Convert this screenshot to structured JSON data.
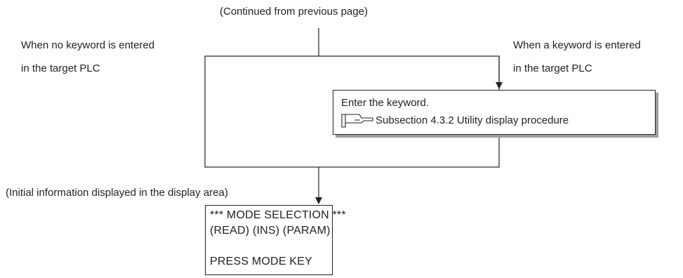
{
  "continued_note": "(Continued from previous page)",
  "branch_left": {
    "line1": "When no keyword is entered",
    "line2": "in the target PLC"
  },
  "branch_right": {
    "line1": "When a keyword is entered",
    "line2": "in the target PLC"
  },
  "keyword_step": {
    "title": "Enter the keyword.",
    "reference_icon": "pointing-hand-icon",
    "reference_text": "Subsection 4.3.2 Utility display procedure"
  },
  "display_note": "(Initial information displayed in the display area)",
  "display_panel": {
    "line1": "*** MODE SELECTION ***",
    "line2": "(READ)  (INS)  (PARAM)",
    "line3": "",
    "line4": "PRESS MODE KEY"
  }
}
